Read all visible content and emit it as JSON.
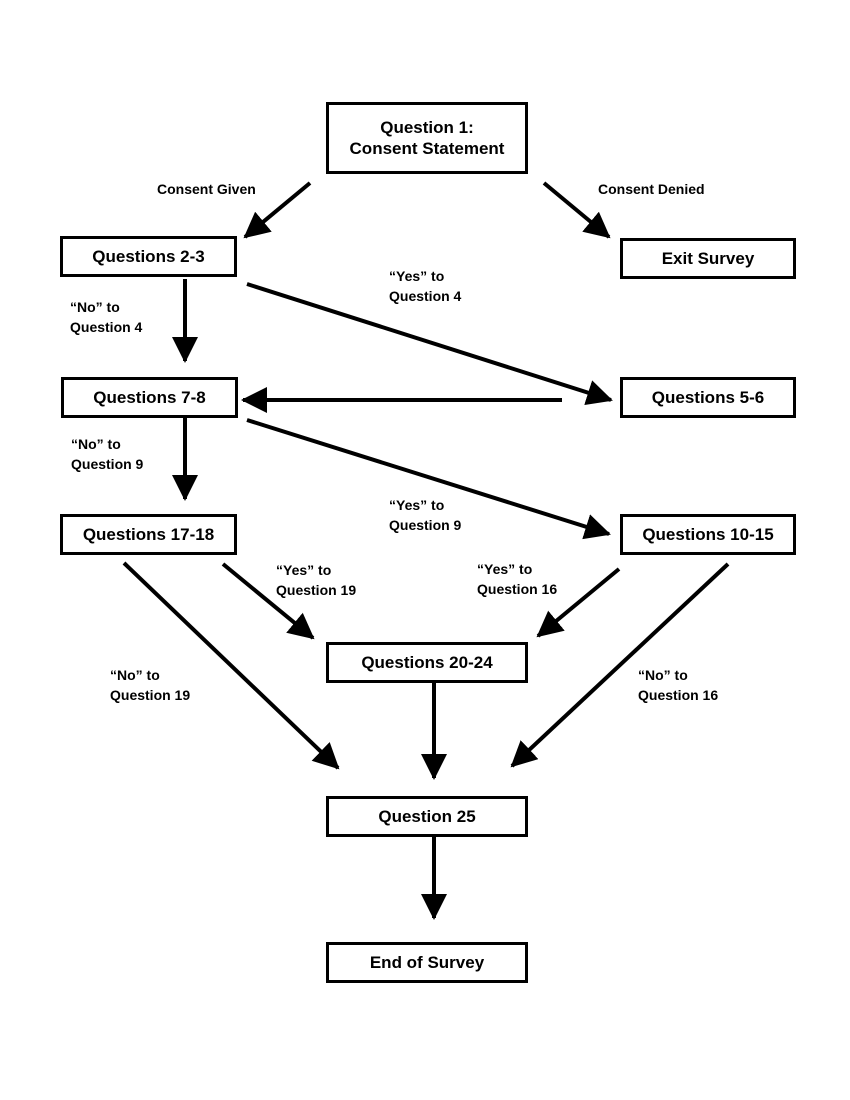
{
  "nodes": {
    "q1": [
      "Question 1:",
      "Consent Statement"
    ],
    "exit": [
      "Exit Survey"
    ],
    "q2_3": [
      "Questions 2-3"
    ],
    "q5_6": [
      "Questions 5-6"
    ],
    "q7_8": [
      "Questions 7-8"
    ],
    "q10_15": [
      "Questions 10-15"
    ],
    "q17_18": [
      "Questions 17-18"
    ],
    "q20_24": [
      "Questions 20-24"
    ],
    "q25": [
      "Question 25"
    ],
    "end": [
      "End of Survey"
    ]
  },
  "edge_labels": {
    "consent_given": [
      "Consent Given"
    ],
    "consent_denied": [
      "Consent Denied"
    ],
    "yes_q4": [
      "“Yes” to",
      "Question 4"
    ],
    "no_q4": [
      "“No” to",
      "Question 4"
    ],
    "no_q9": [
      "“No” to",
      "Question 9"
    ],
    "yes_q9": [
      "“Yes” to",
      "Question 9"
    ],
    "yes_q19": [
      "“Yes” to",
      "Question 19"
    ],
    "yes_q16": [
      "“Yes” to",
      "Question 16"
    ],
    "no_q19": [
      "“No” to",
      "Question 19"
    ],
    "no_q16": [
      "“No” to",
      "Question 16"
    ]
  }
}
